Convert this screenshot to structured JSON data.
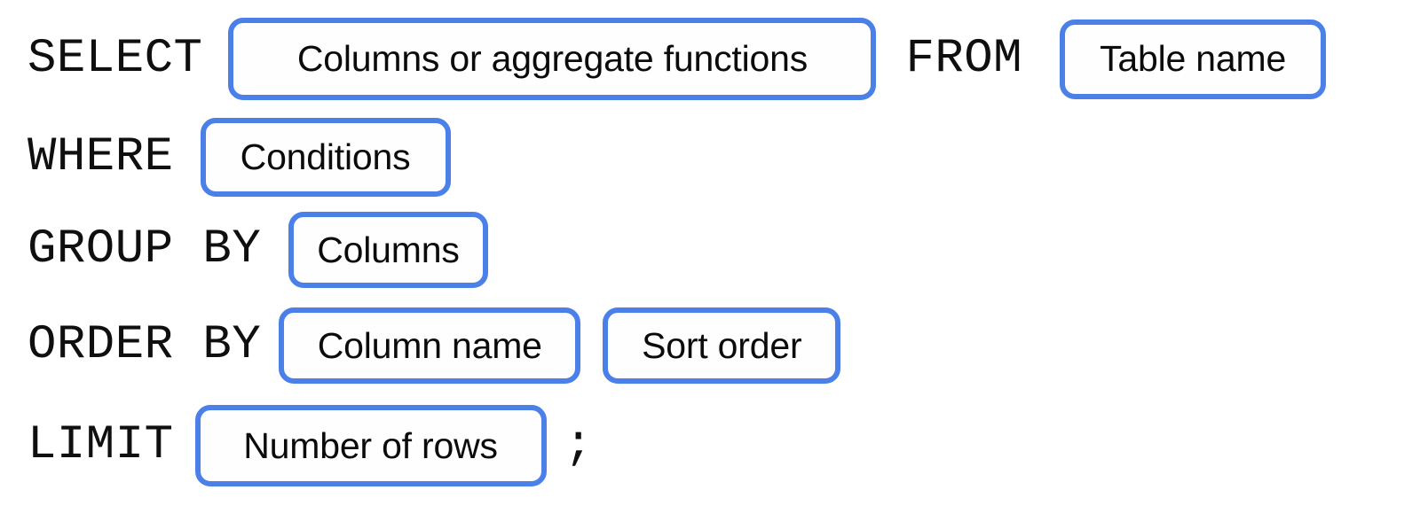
{
  "diagram": {
    "title": "SQL SELECT statement syntax template",
    "background_color": "#ffffff",
    "accent_color": "#4a80e8",
    "text_color": "#0f0f0f",
    "slot_fill_color": "#fefefe"
  },
  "statement": {
    "terminator": ";",
    "lines": [
      {
        "keyword": "SELECT",
        "slots": [
          "Columns or aggregate functions"
        ],
        "inline_keyword": "FROM",
        "inline_slots": [
          "Table name"
        ]
      },
      {
        "keyword": "WHERE",
        "slots": [
          "Conditions"
        ]
      },
      {
        "keyword": "GROUP BY",
        "slots": [
          "Columns"
        ]
      },
      {
        "keyword": "ORDER BY",
        "slots": [
          "Column name",
          "Sort order"
        ]
      },
      {
        "keyword": "LIMIT",
        "slots": [
          "Number of rows"
        ]
      }
    ]
  },
  "labels": {
    "select_keyword": "SELECT",
    "from_keyword": "FROM",
    "where_keyword": "WHERE",
    "group_by_keyword": "GROUP BY",
    "order_by_keyword": "ORDER BY",
    "limit_keyword": "LIMIT",
    "columns_or_aggregate_functions": "Columns or aggregate functions",
    "table_name": "Table name",
    "conditions": "Conditions",
    "columns": "Columns",
    "column_name": "Column name",
    "sort_order": "Sort order",
    "number_of_rows": "Number of rows",
    "semicolon": ";"
  }
}
